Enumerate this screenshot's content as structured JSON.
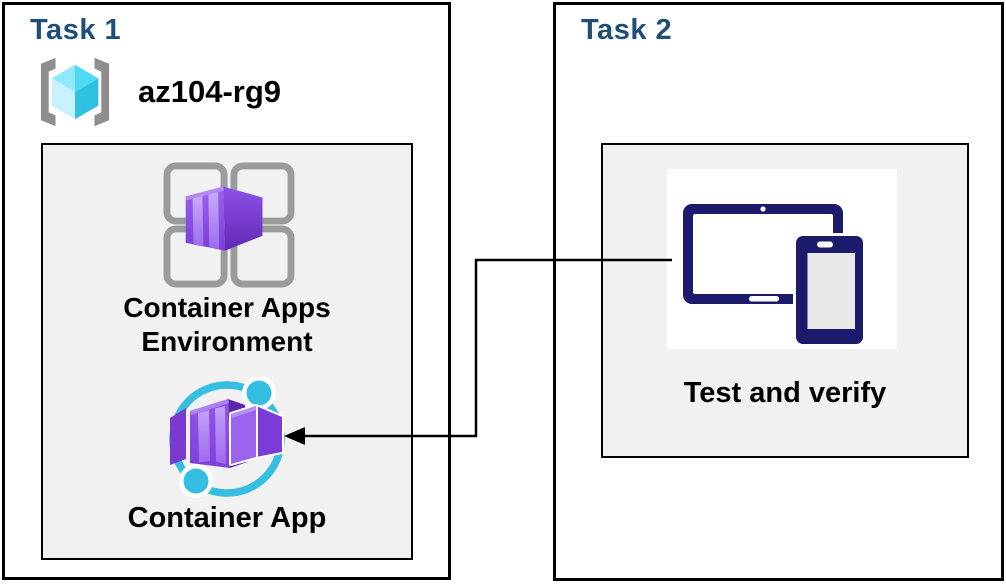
{
  "task1": {
    "title": "Task 1",
    "resource_group": {
      "name": "az104-rg9",
      "icon": "azure-resource-group-icon"
    },
    "environment": {
      "label_line1": "Container Apps",
      "label_line2": "Environment",
      "icon": "container-apps-environment-icon"
    },
    "app": {
      "label": "Container App",
      "icon": "container-app-icon"
    }
  },
  "task2": {
    "title": "Task 2",
    "test": {
      "label": "Test and verify",
      "icon": "tablet-and-phone-icon"
    }
  },
  "connector": {
    "from": "test-and-verify",
    "to": "container-app",
    "style": "elbow-arrow-left"
  },
  "colors": {
    "task_title": "#1F4E79",
    "box_border": "#000000",
    "inner_box_bg": "#F1F1F1",
    "label_text": "#000000",
    "azure_cyan": "#35BEE0",
    "azure_cyan_light": "#50E6FF",
    "container_purple": "#8A4FE8",
    "container_purple_dark": "#6229B4",
    "device_navy": "#1B1A6B",
    "icon_gray": "#9B9B9B",
    "connector_line": "#000000"
  }
}
